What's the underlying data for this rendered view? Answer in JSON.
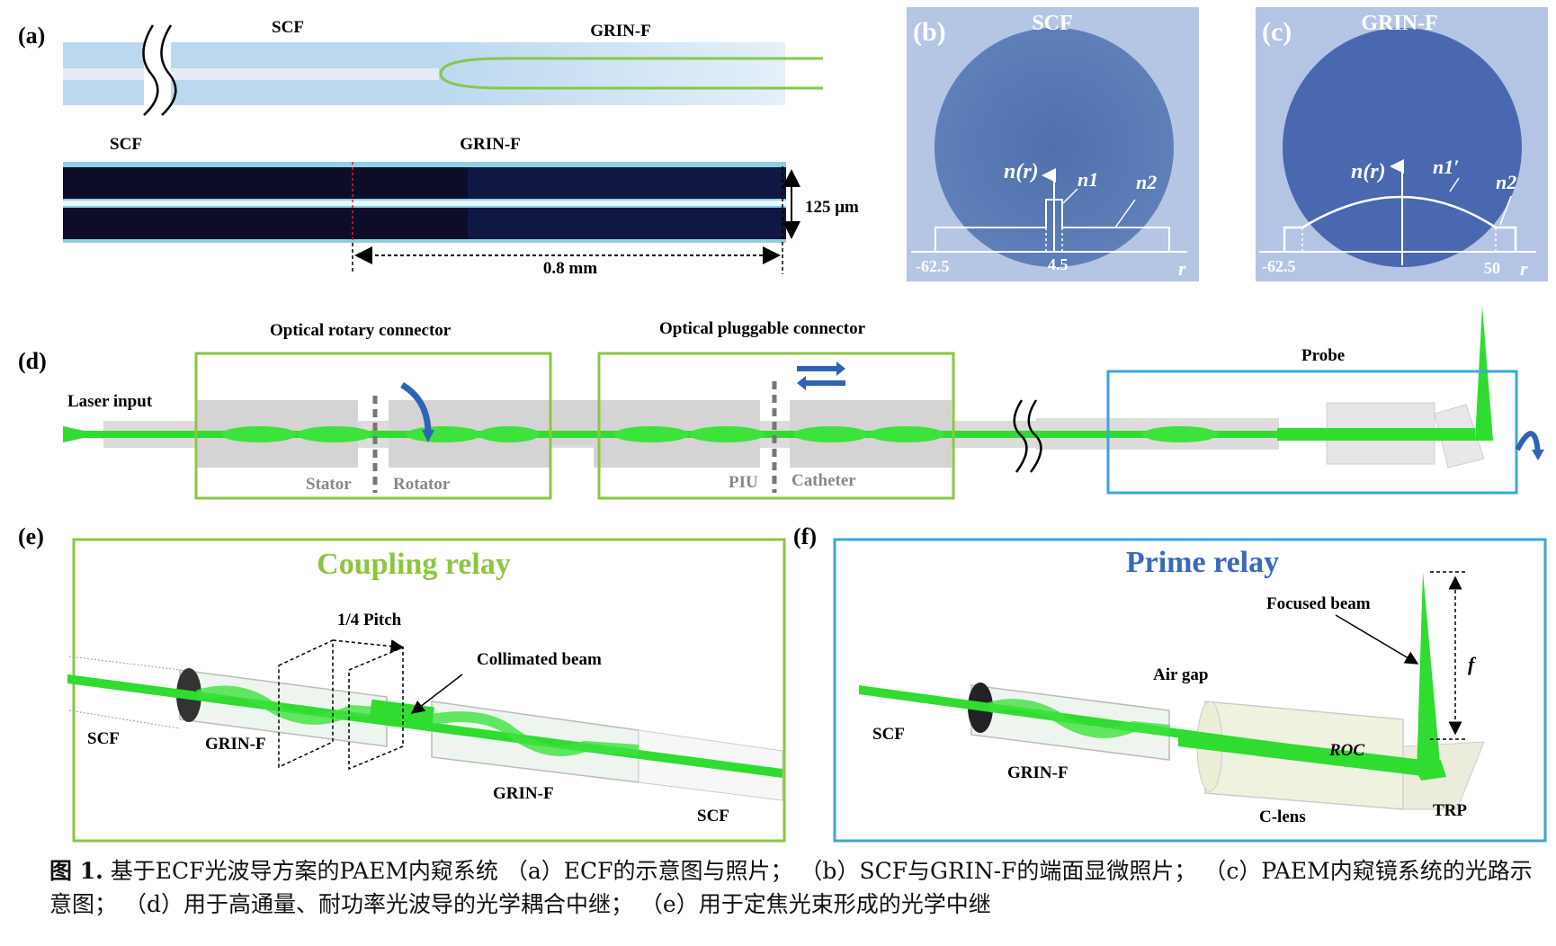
{
  "panels": {
    "a": {
      "label": "(a)",
      "schematic_left": "SCF",
      "schematic_right": "GRIN-F",
      "photo_left": "SCF",
      "photo_right": "GRIN-F",
      "diameter": "125 μm",
      "length": "0.8 mm"
    },
    "b": {
      "label": "(b)",
      "title": "SCF",
      "n_r": "n(r)",
      "n1": "n1",
      "n2": "n2",
      "tick_left": "-62.5",
      "tick_right": "4.5",
      "axis": "r"
    },
    "c": {
      "label": "(c)",
      "title": "GRIN-F",
      "n_r": "n(r)",
      "n1p": "n1′",
      "n2": "n2",
      "tick_left": "-62.5",
      "tick_right": "50",
      "axis": "r"
    },
    "d": {
      "label": "(d)",
      "laser_input": "Laser input",
      "rotary": "Optical rotary connector",
      "pluggable": "Optical pluggable connector",
      "probe": "Probe",
      "stator": "Stator",
      "rotator": "Rotator",
      "piu": "PIU",
      "catheter": "Catheter"
    },
    "e": {
      "label": "(e)",
      "title": "Coupling relay",
      "pitch": "1/4  Pitch",
      "collimated": "Collimated beam",
      "scf_left": "SCF",
      "grin_left": "GRIN-F",
      "grin_right": "GRIN-F",
      "scf_right": "SCF"
    },
    "f": {
      "label": "(f)",
      "title": "Prime relay",
      "focused": "Focused beam",
      "air_gap": "Air gap",
      "scf": "SCF",
      "grin": "GRIN-F",
      "roc": "ROC",
      "clens": "C-lens",
      "trp": "TRP",
      "f": "f"
    }
  },
  "caption": {
    "fig_no": "图 1.",
    "text": " 基于ECF光波导方案的PAEM内窥系统 （a）ECF的示意图与照片； （b）SCF与GRIN-F的端面显微照片； （c）PAEM内窥镜系统的光路示意图； （d）用于高通量、耐功率光波导的光学耦合中继； （e）用于定焦光束形成的光学中继"
  },
  "colors": {
    "beam": "#2fdc2f",
    "coupling_box": "#8cc63f",
    "probe_box": "#3aa8d8",
    "prime_title": "#3a6ab8",
    "coupling_title": "#8cc63f"
  }
}
